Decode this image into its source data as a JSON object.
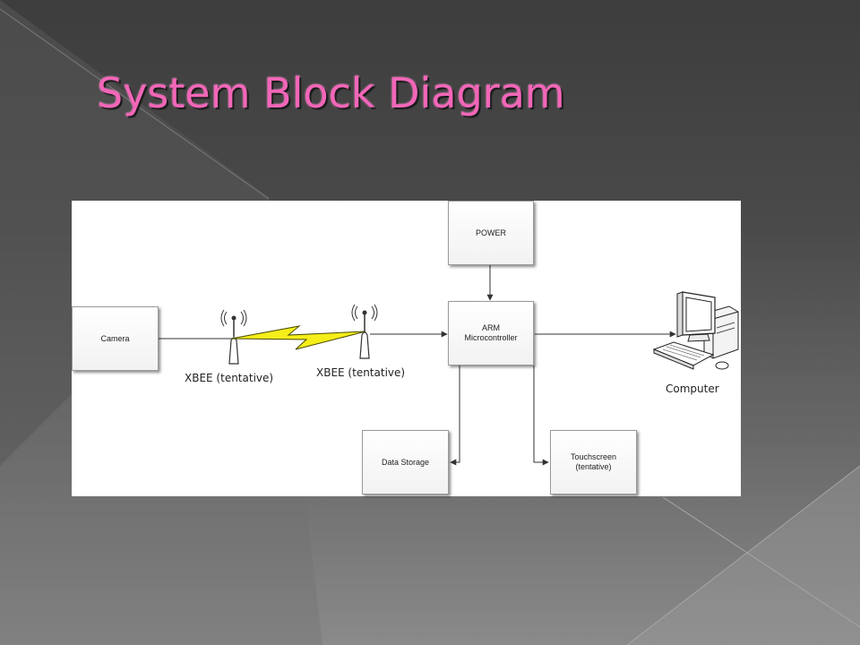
{
  "slide": {
    "title": "System Block Diagram",
    "title_color": "#f266b8",
    "background": "dark gray gradient"
  },
  "diagram": {
    "blocks": {
      "power": "POWER",
      "arm": "ARM\nMicrocontroller",
      "camera": "Camera",
      "data_storage": "Data Storage",
      "touchscreen": "Touchscreen\n(tentative)"
    },
    "xbee_tx_label": "XBEE (tentative)",
    "xbee_rx_label": "XBEE (tentative)",
    "computer_label": "Computer",
    "icons": [
      "antenna-icon",
      "antenna-icon",
      "lightning-bolt-icon",
      "computer-icon"
    ],
    "connections": [
      "POWER -> ARM Microcontroller",
      "Camera -> XBEE (tentative)",
      "XBEE (tentative) -> ARM Microcontroller",
      "ARM Microcontroller -> Computer",
      "ARM Microcontroller -> Data Storage",
      "ARM Microcontroller -> Touchscreen (tentative)"
    ],
    "bolt_color": "#f5ee1a"
  }
}
